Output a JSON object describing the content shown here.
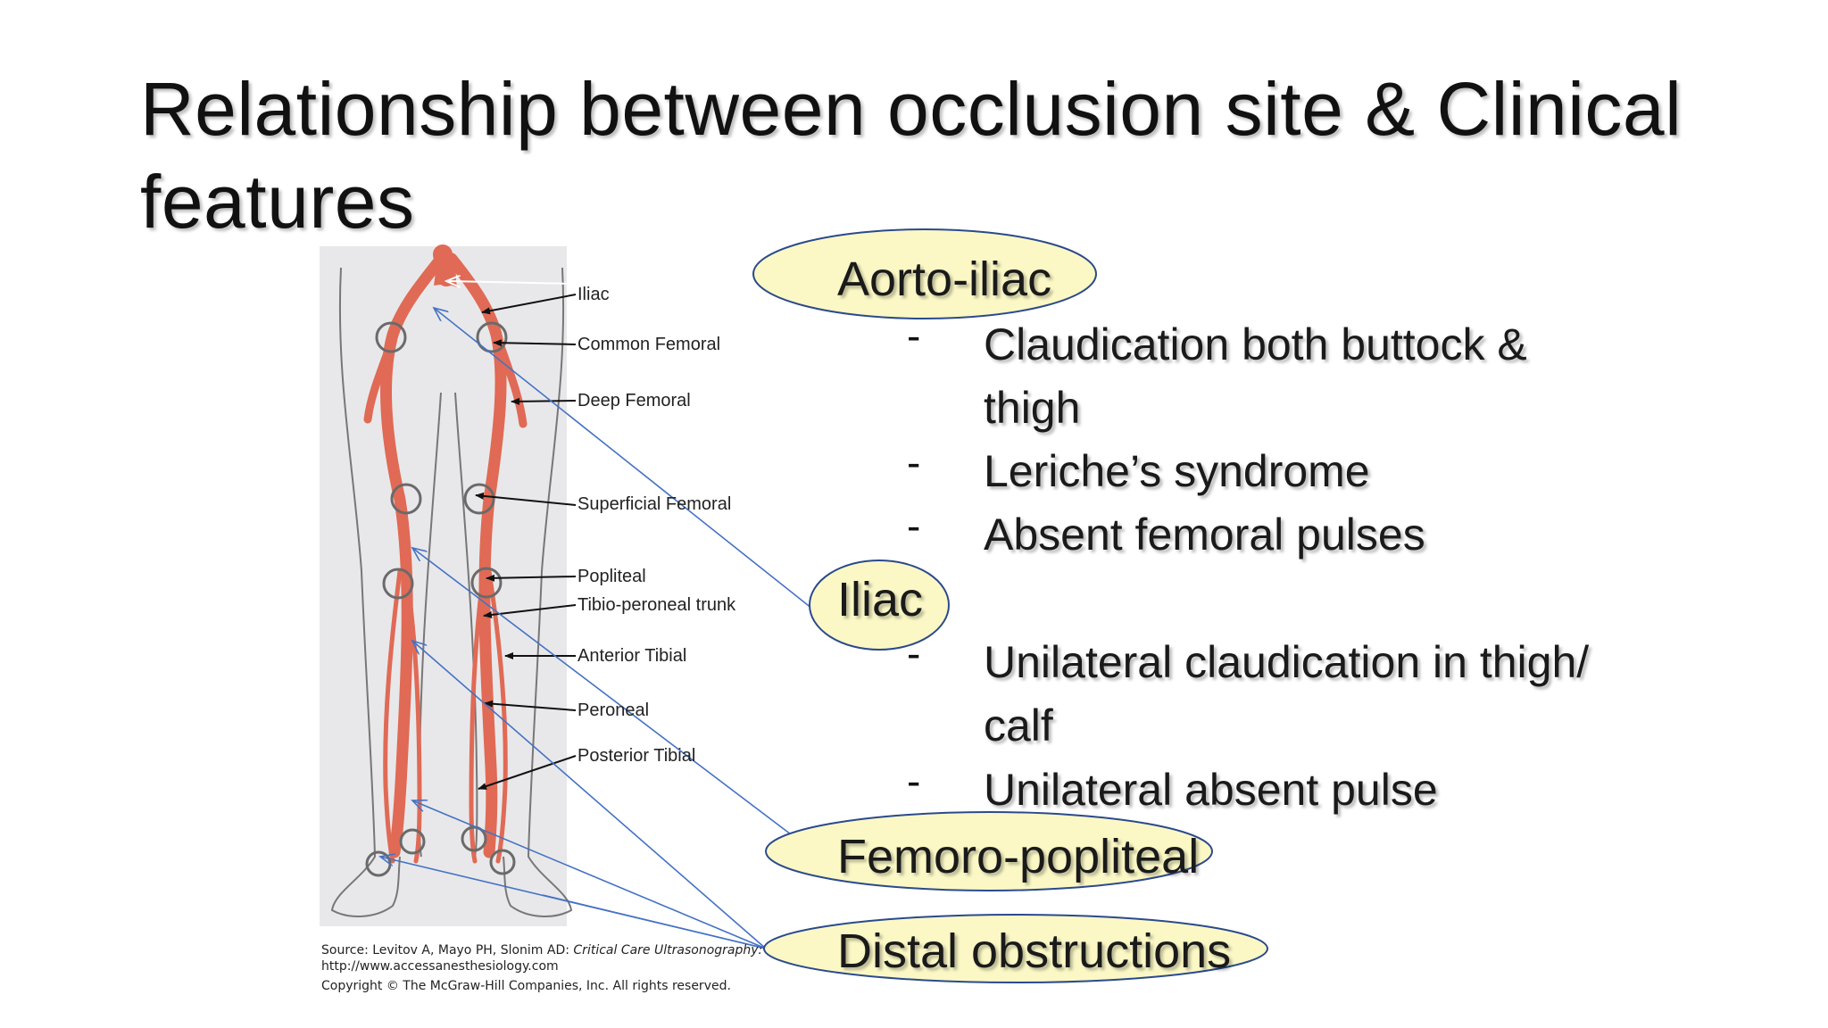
{
  "slide": {
    "title_line1": "Relationship between occlusion site & Clinical",
    "title_line2": "features"
  },
  "figure": {
    "labels": [
      "Iliac",
      "Common Femoral",
      "Deep Femoral",
      "Superficial Femoral",
      "Popliteal",
      "Tibio-peroneal trunk",
      "Anterior Tibial",
      "Peroneal",
      "Posterior Tibial"
    ],
    "source_prefix": "Source: Levitov A, Mayo PH, Slonim AD: ",
    "source_italic": "Critical Care Ultrasonography:",
    "source_url": "http://www.accessanesthesiology.com",
    "copyright": "Copyright © The McGraw-Hill Companies, Inc. All rights reserved.",
    "artery_color": "#e06a55",
    "panel_color": "#e8e8ea"
  },
  "sites": {
    "aorto_iliac": {
      "heading": "Aorto-iliac",
      "bullets": [
        "Claudication both buttock & thigh",
        "Leriche’s syndrome",
        "Absent femoral pulses"
      ]
    },
    "iliac": {
      "heading": "Iliac",
      "bullets": [
        "Unilateral claudication in thigh/ calf",
        "Unilateral absent pulse"
      ]
    },
    "femoro_popliteal": {
      "heading": "Femoro-popliteal"
    },
    "distal": {
      "heading": "Distal obstructions"
    }
  },
  "bullet_marker": "-",
  "colors": {
    "ellipse_fill": "#fbf8c6",
    "ellipse_stroke": "#2b4a8c",
    "connector": "#4472c4"
  }
}
